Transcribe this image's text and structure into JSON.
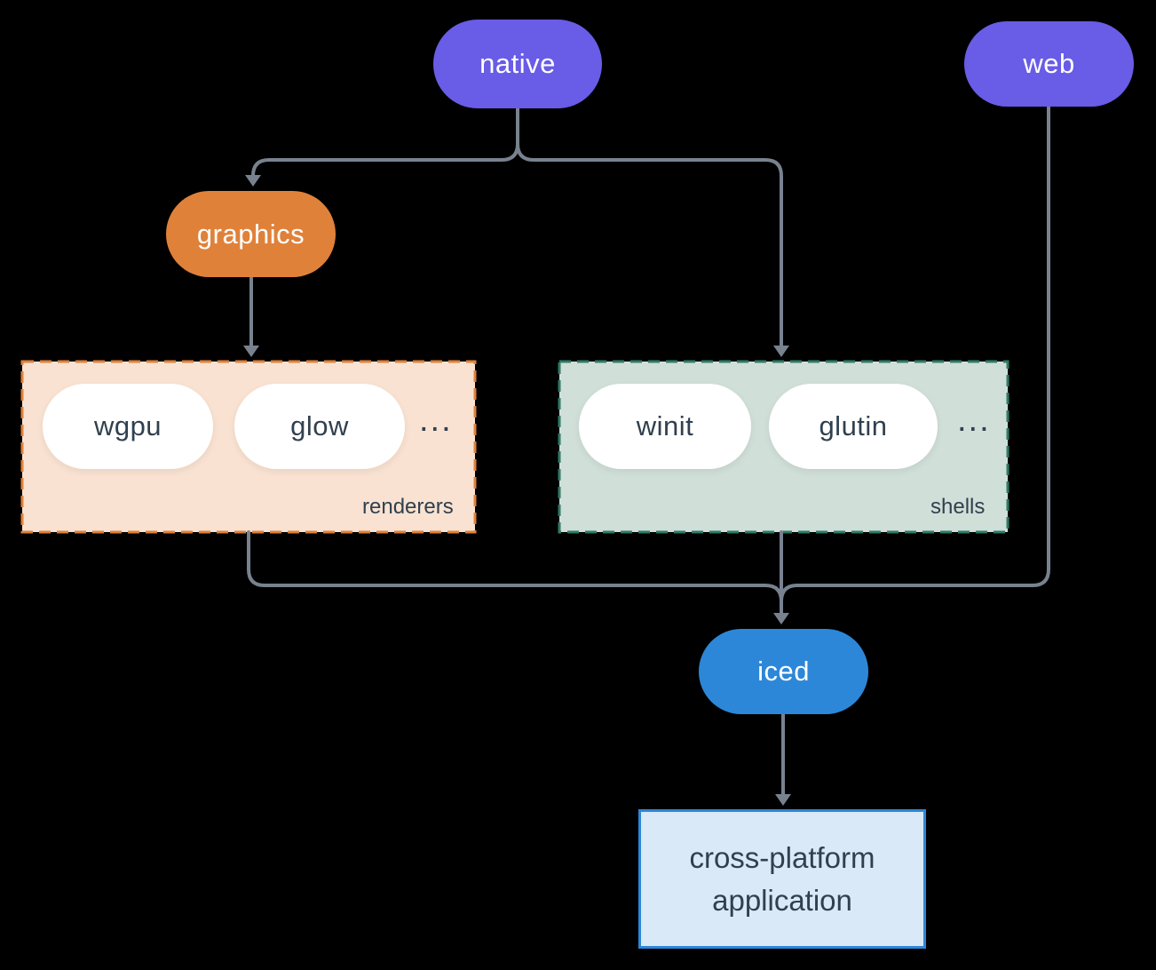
{
  "diagram": {
    "nodes": {
      "native": "native",
      "web": "web",
      "graphics": "graphics",
      "iced": "iced",
      "application": "cross-platform application"
    },
    "renderers": {
      "label": "renderers",
      "items": [
        "wgpu",
        "glow"
      ],
      "more": "..."
    },
    "shells": {
      "label": "shells",
      "items": [
        "winit",
        "glutin"
      ],
      "more": "..."
    }
  },
  "colors": {
    "bg": "#000000",
    "purple": "#695ce6",
    "orange": "#e0813a",
    "blue": "#2d87d8",
    "line": "#78828f",
    "peach-fill": "#f9e2d1",
    "peach-border": "#e0813a",
    "sage-fill": "#d0dfd8",
    "teal-border": "#2f7a68",
    "app-fill": "#d9e9f8",
    "app-border": "#2e86d8",
    "dark-text": "#31404f",
    "white-text": "#ffffff"
  }
}
